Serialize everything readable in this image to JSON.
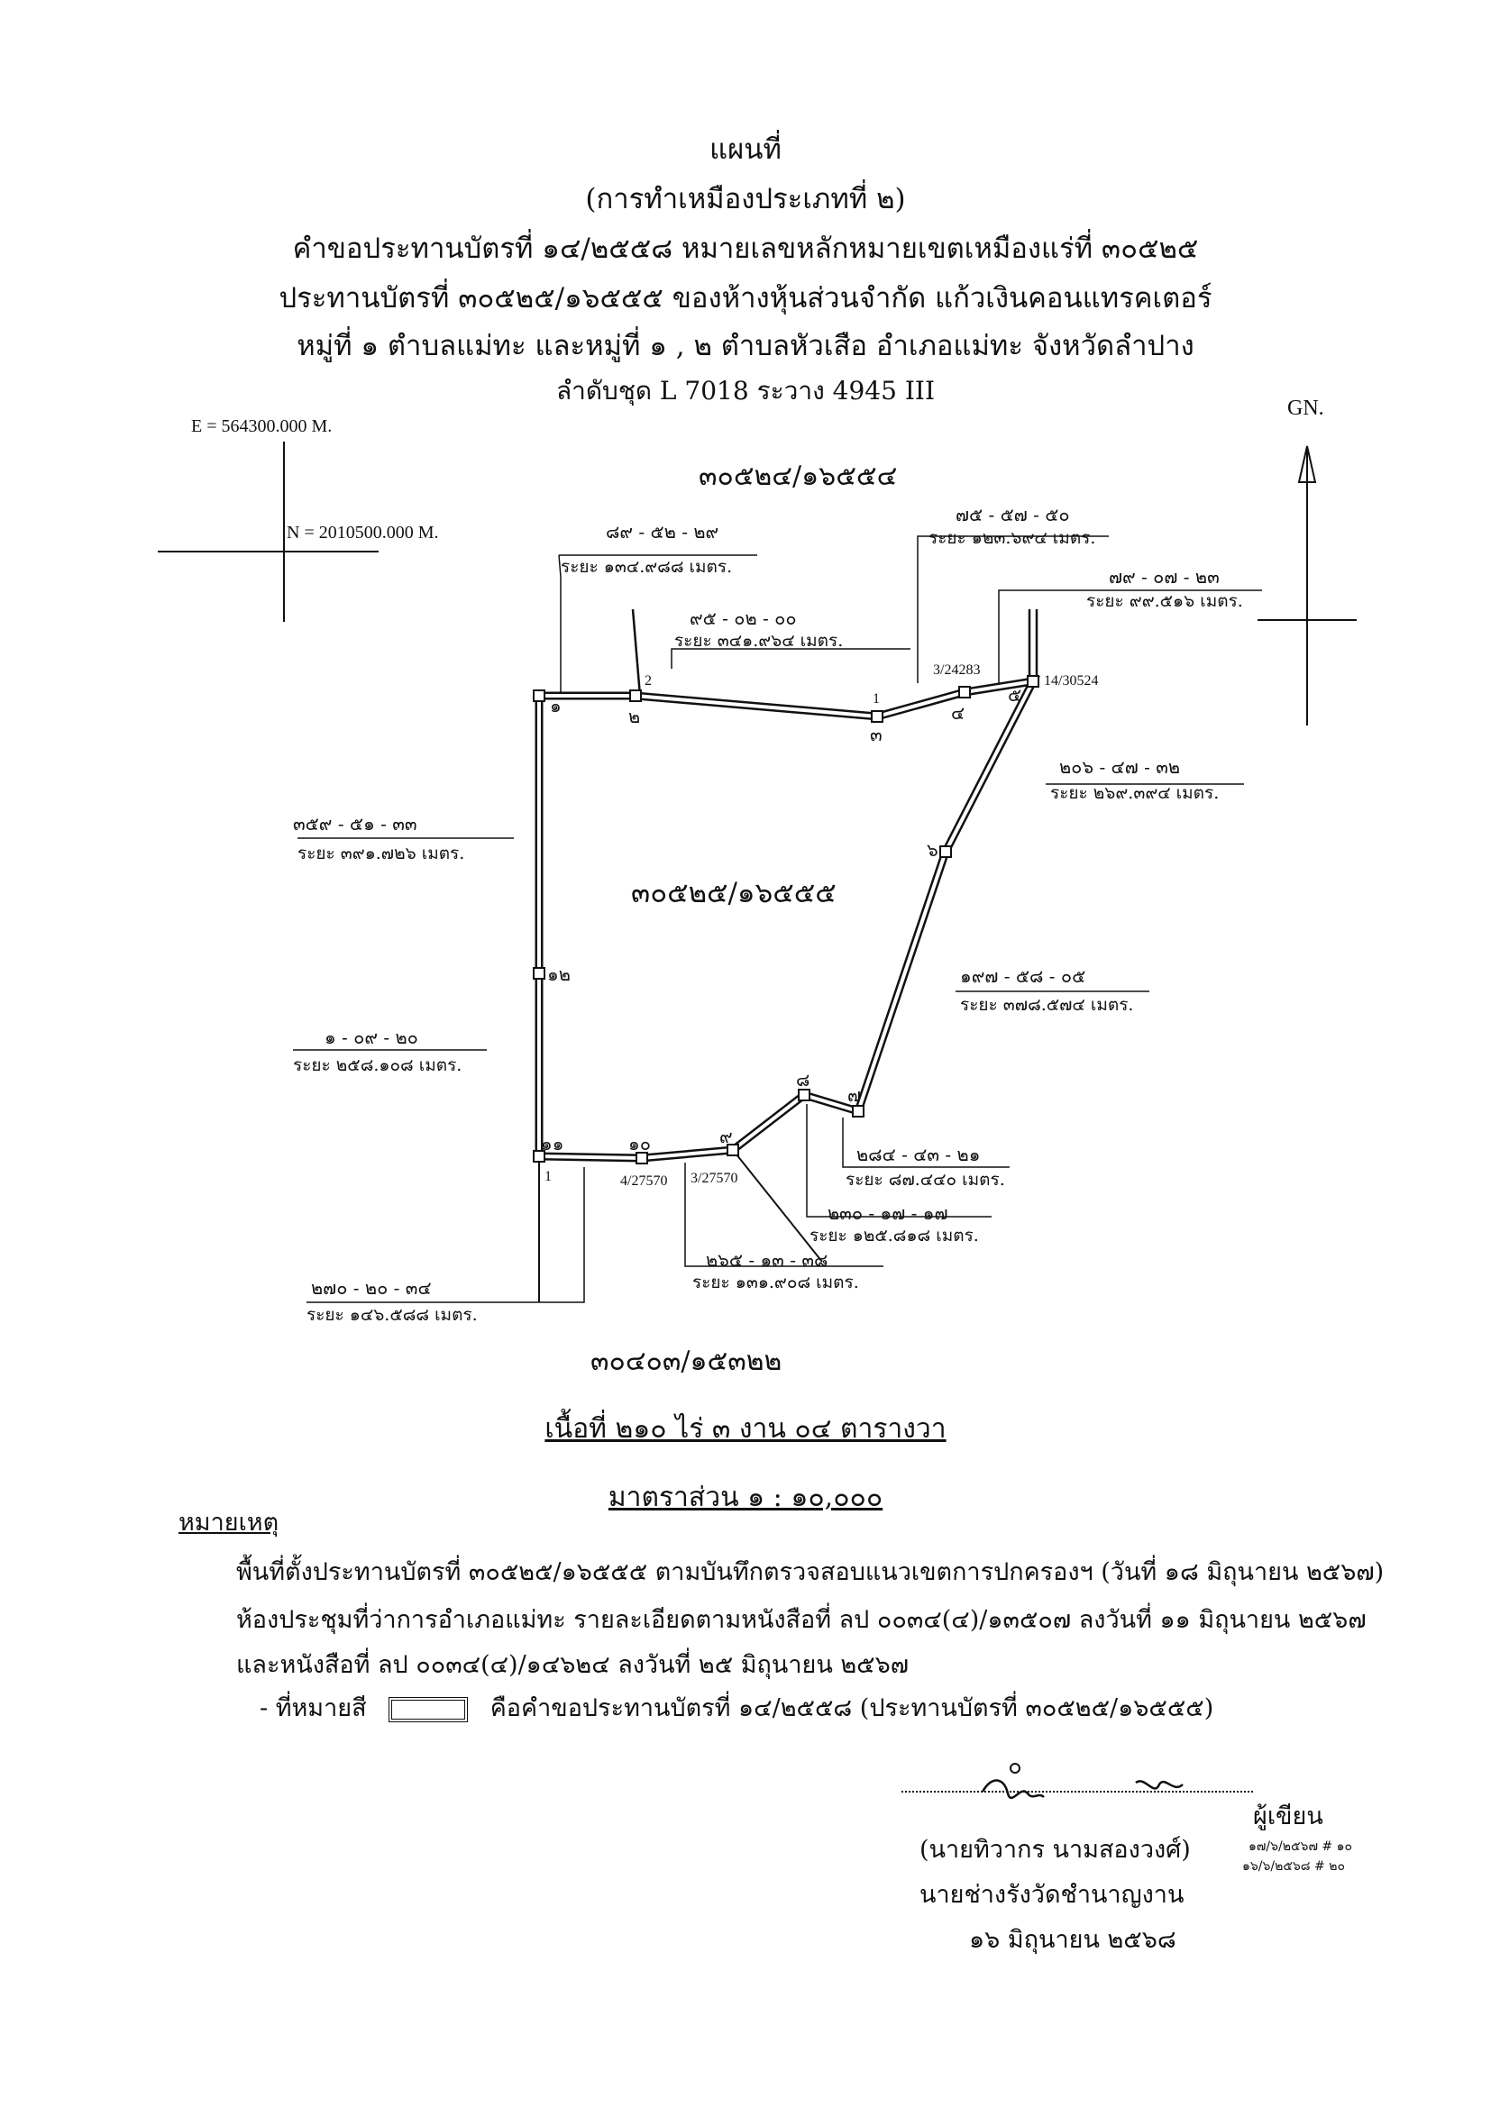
{
  "header": {
    "title": "แผนที่",
    "subtitle": "(การทำเหมืองประเภทที่ ๒)",
    "line1": "คำขอประทานบัตรที่ ๑๔/๒๕๕๘  หมายเลขหลักหมายเขตเหมืองแร่ที่ ๓๐๕๒๕",
    "line2": "ประทานบัตรที่ ๓๐๕๒๕/๑๖๕๕๕  ของห้างหุ้นส่วนจำกัด แก้วเงินคอนแทรคเตอร์",
    "line3": "หมู่ที่ ๑ ตำบลแม่ทะ และหมู่ที่ ๑ , ๒ ตำบลหัวเสือ  อำเภอแม่ทะ  จังหวัดลำปาง",
    "line4": "ลำดับชุด  L 7018    ระวาง  4945 III"
  },
  "grid": {
    "easting": "E = 564300.000 M.",
    "northing": "N = 2010500.000 M.",
    "north_label": "GN."
  },
  "parcels": {
    "north": "๓๐๕๒๔/๑๖๕๕๔",
    "center": "๓๐๕๒๕/๑๖๕๕๕",
    "south": "๓๐๔๐๓/๑๕๓๒๒"
  },
  "points": {
    "p1": "๑",
    "p2": "๒",
    "p3": "๓",
    "p4": "๔",
    "p5": "๕",
    "p6": "๖",
    "p7": "๗",
    "p8": "๘",
    "p9": "๙",
    "p10": "๑๐",
    "p11": "๑๑",
    "p12": "๑๒"
  },
  "refs": {
    "r_2": "2",
    "r_1_top": "1",
    "r_1_bottom": "1",
    "r_3_24283": "3/24283",
    "r_14_30524": "14/30524",
    "r_4_27570": "4/27570",
    "r_3_27570": "3/27570"
  },
  "bearings": {
    "b1": {
      "angle": "๘๙ - ๕๒ - ๒๙",
      "dist": "ระยะ ๑๓๔.๙๘๘ เมตร."
    },
    "b2": {
      "angle": "๗๕ - ๕๗ - ๕๐",
      "dist": "ระยะ ๑๒๓.๖๙๔ เมตร."
    },
    "b3": {
      "angle": "๗๙ - ๐๗ - ๒๓",
      "dist": "ระยะ ๙๙.๕๑๖ เมตร."
    },
    "b4": {
      "angle": "๙๕ - ๐๒ - ๐๐",
      "dist": "ระยะ ๓๔๑.๙๖๔ เมตร."
    },
    "b5": {
      "angle": "๒๐๖ - ๔๗ - ๓๒",
      "dist": "ระยะ ๒๖๙.๓๙๔ เมตร."
    },
    "b6": {
      "angle": "๓๕๙ - ๕๑ - ๓๓",
      "dist": "ระยะ ๓๙๑.๗๒๖ เมตร."
    },
    "b7": {
      "angle": "๑๙๗ - ๕๘ - ๐๕",
      "dist": "ระยะ ๓๗๘.๕๗๔ เมตร."
    },
    "b8": {
      "angle": "๑ - ๐๙ - ๒๐",
      "dist": "ระยะ ๒๕๘.๑๐๘ เมตร."
    },
    "b9": {
      "angle": "๒๘๔ - ๔๓ - ๒๑",
      "dist": "ระยะ ๘๗.๔๔๐ เมตร."
    },
    "b10": {
      "angle": "๒๓๐ - ๑๗ - ๑๗",
      "dist": "ระยะ ๑๒๕.๘๑๘ เมตร."
    },
    "b11": {
      "angle": "๒๖๕ - ๑๓ - ๓๘",
      "dist": "ระยะ ๑๓๑.๙๐๘ เมตร."
    },
    "b12": {
      "angle": "๒๗๐ - ๒๐ - ๓๔",
      "dist": "ระยะ ๑๔๖.๕๘๘ เมตร."
    }
  },
  "area": "เนื้อที่   ๒๑๐   ไร่   ๓   งาน   ๐๔   ตารางวา",
  "scale": "มาตราส่วน  ๑ : ๑๐,๐๐๐",
  "remarks": {
    "heading": "หมายเหตุ",
    "line1": "พื้นที่ตั้งประทานบัตรที่ ๓๐๕๒๕/๑๖๕๕๕ ตามบันทึกตรวจสอบแนวเขตการปกครองฯ (วันที่ ๑๘ มิถุนายน ๒๕๖๗)",
    "line2": "ห้องประชุมที่ว่าการอำเภอแม่ทะ รายละเอียดตามหนังสือที่ ลป ๐๐๓๔(๔)/๑๓๕๐๗  ลงวันที่ ๑๑ มิถุนายน ๒๕๖๗",
    "line3": "และหนังสือที่ ลป ๐๐๓๔(๔)/๑๔๖๒๔ ลงวันที่ ๒๕ มิถุนายน ๒๕๖๗",
    "legend_prefix": "- ที่หมายสี",
    "legend_text": "คือคำขอประทานบัตรที่ ๑๔/๒๕๕๘  (ประทานบัตรที่ ๓๐๕๒๕/๑๖๕๕๕)"
  },
  "signature": {
    "role": "ผู้เขียน",
    "name": "(นายทิวากร  นามสองวงศ์)",
    "title": "นายช่างรังวัดชำนาญงาน",
    "date": "๑๖ มิถุนายน ๒๕๖๘",
    "note1": "๑๗/๖/๒๕๖๗ # ๑๐",
    "note2": "๑๖/๖/๒๕๖๘ # ๒๐"
  }
}
